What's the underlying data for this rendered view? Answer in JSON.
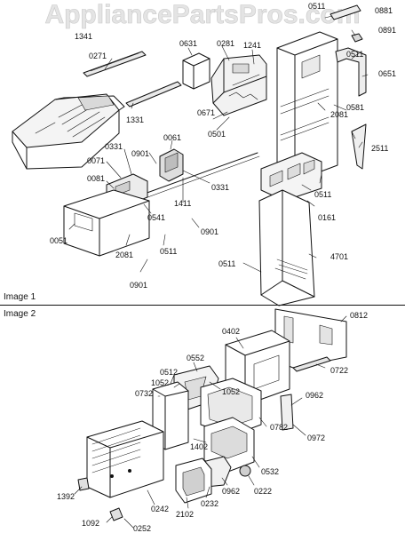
{
  "watermark": "AppliancePartsPros.com",
  "sections": [
    {
      "id": "image1",
      "title": "Image 1"
    },
    {
      "id": "image2",
      "title": "Image 2"
    }
  ],
  "image1_labels": [
    "0511",
    "0881",
    "1341",
    "0271",
    "0631",
    "0281",
    "1241",
    "0891",
    "0511",
    "0651",
    "0671",
    "0501",
    "0581",
    "2081",
    "0061",
    "0331",
    "0901",
    "0071",
    "0081",
    "0331",
    "1411",
    "2511",
    "0541",
    "0511",
    "0161",
    "0051",
    "2081",
    "0511",
    "0901",
    "4701",
    "0511",
    "0901",
    "1331"
  ],
  "image2_labels": [
    "0812",
    "0402",
    "0722",
    "0552",
    "0512",
    "0732",
    "1052",
    "1052",
    "0962",
    "0972",
    "1402",
    "0782",
    "0532",
    "0962",
    "0222",
    "1392",
    "0232",
    "2102",
    "0242",
    "1092",
    "0252"
  ]
}
